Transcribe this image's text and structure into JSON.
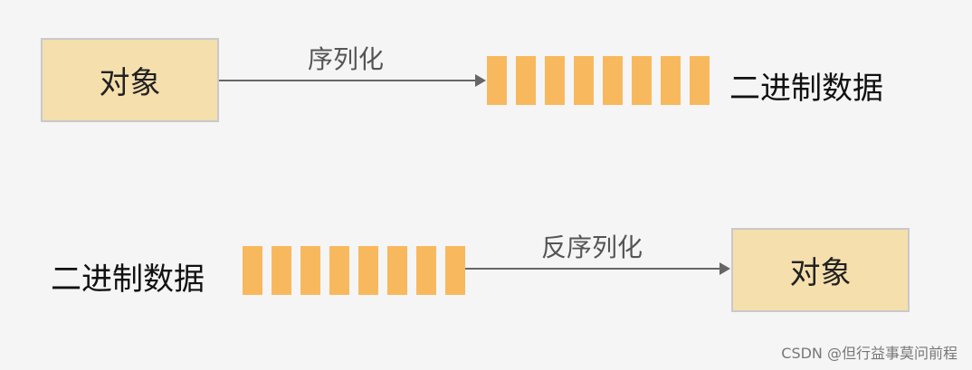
{
  "top_row": {
    "object_label": "对象",
    "arrow_label": "序列化",
    "binary_label": "二进制数据",
    "cell_count": 8
  },
  "bottom_row": {
    "binary_label": "二进制数据",
    "arrow_label": "反序列化",
    "object_label": "对象",
    "cell_count": 8
  },
  "colors": {
    "object_box_fill": "#f5dfad",
    "object_box_border": "#c9c9c9",
    "binary_cell_fill": "#f8b95e",
    "arrow": "#666666",
    "background": "#f5f5f5"
  },
  "watermark": "CSDN @但行益事莫问前程"
}
